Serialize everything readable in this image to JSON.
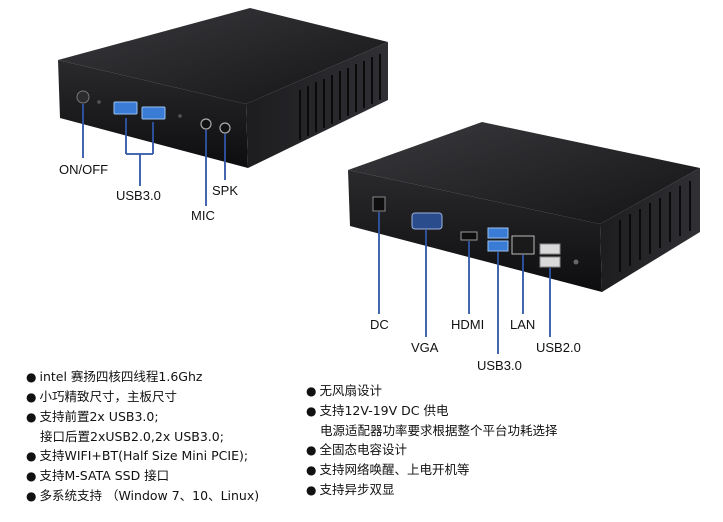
{
  "colors": {
    "leader_line": "#2f56a8",
    "device_body": "#1c1c1f",
    "port_blue": "#3a7bd5"
  },
  "front_view": {
    "labels": {
      "power": "ON/OFF",
      "usb": "USB3.0",
      "mic": "MIC",
      "spk": "SPK"
    }
  },
  "rear_view": {
    "labels": {
      "dc": "DC",
      "vga": "VGA",
      "hdmi": "HDMI",
      "usb3": "USB3.0",
      "lan": "LAN",
      "usb2": "USB2.0"
    }
  },
  "features_left": [
    {
      "bullet": "●",
      "text": "intel 赛扬四核四线程1.6Ghz"
    },
    {
      "bullet": "●",
      "text": "小巧精致尺寸，主板尺寸"
    },
    {
      "bullet": "●",
      "text": "支持前置2x USB3.0;"
    },
    {
      "bullet": "",
      "text": "接口后置2xUSB2.0,2x USB3.0;"
    },
    {
      "bullet": "●",
      "text": "支持WIFI+BT(Half Size Mini PCIE);"
    },
    {
      "bullet": "●",
      "text": "支持M-SATA SSD 接口"
    },
    {
      "bullet": "●",
      "text": "多系统支持 （Window 7、10、Linux)"
    }
  ],
  "features_right": [
    {
      "bullet": "●",
      "text": "无风扇设计"
    },
    {
      "bullet": "●",
      "text": "支持12V-19V DC 供电"
    },
    {
      "bullet": "",
      "text": "电源适配器功率要求根据整个平台功耗选择"
    },
    {
      "bullet": "●",
      "text": "全固态电容设计"
    },
    {
      "bullet": "●",
      "text": "支持网络唤醒、上电开机等"
    },
    {
      "bullet": "●",
      "text": "支持异步双显"
    }
  ]
}
